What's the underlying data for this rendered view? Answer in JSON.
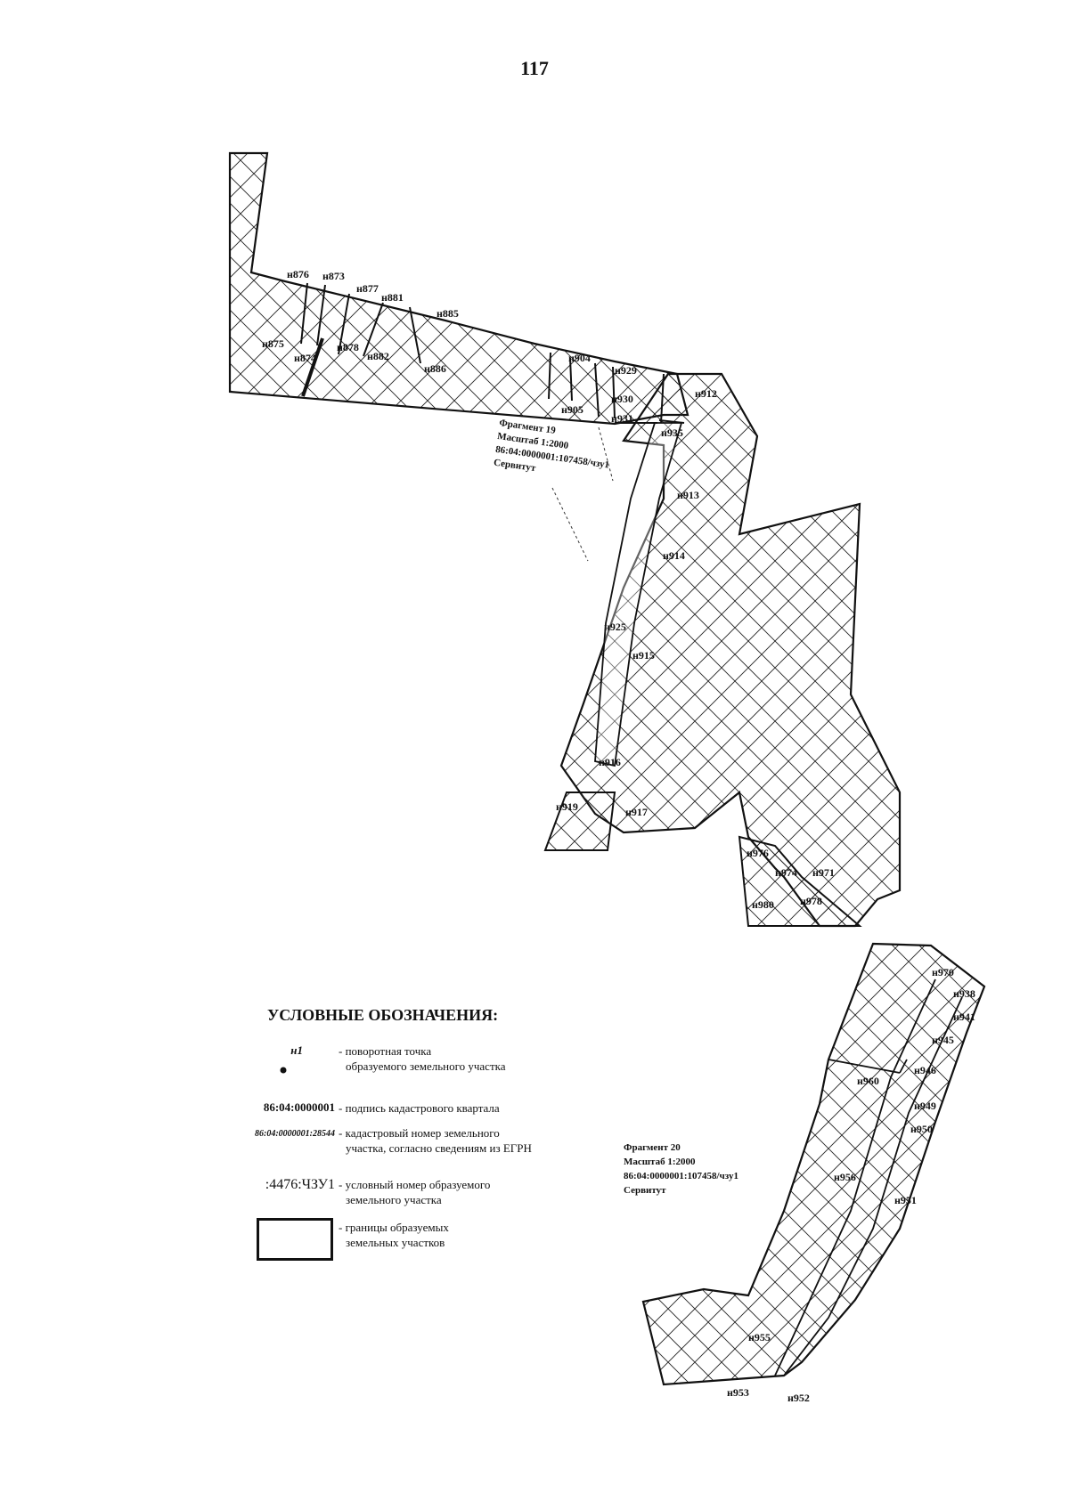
{
  "page_number": "117",
  "fragments": [
    {
      "title": "Фрагмент 19",
      "scale": "Масштаб 1:2000",
      "cadastral": "86:04:0000001:107458/чзу1",
      "type": "Сервитут"
    },
    {
      "title": "Фрагмент 20",
      "scale": "Масштаб 1:2000",
      "cadastral": "86:04:0000001:107458/чзу1",
      "type": "Сервитут"
    }
  ],
  "points": {
    "n876": "н876",
    "n873": "н873",
    "n877": "н877",
    "n881": "н881",
    "n885": "н885",
    "n875": "н875",
    "n874": "н874",
    "n878": "н878",
    "n882": "н882",
    "n886": "н886",
    "n904": "н904",
    "n929": "н929",
    "n912": "н912",
    "n905": "н905",
    "n930": "н930",
    "n931": "н931",
    "n935": "н935",
    "n913": "н913",
    "n914": "н914",
    "n925": "н925",
    "n915": "н915",
    "n916": "н916",
    "n919": "н919",
    "n917": "н917",
    "n976": "н976",
    "n974": "н974",
    "n971": "н971",
    "n980": "н980",
    "n978": "н978",
    "n970": "н970",
    "n938": "н938",
    "n941": "н941",
    "n945": "н945",
    "n946": "н946",
    "n960": "н960",
    "n949": "н949",
    "n950": "н950",
    "n956": "н956",
    "n951": "н951",
    "n955": "н955",
    "n953": "н953",
    "n952": "н952"
  },
  "legend": {
    "title": "УСЛОВНЫЕ ОБОЗНАЧЕНИЯ:",
    "items": [
      {
        "symbol": "н1",
        "text_1": "- поворотная точка",
        "text_2": "образуемого земельного участка"
      },
      {
        "symbol": "86:04:0000001",
        "text_1": "- подпись кадастрового квартала",
        "text_2": ""
      },
      {
        "symbol": "86:04:0000001:28544",
        "text_1": "- кадастровый номер земельного",
        "text_2": "участка, согласно сведениям из ЕГРН"
      },
      {
        "symbol": ":4476:ЧЗУ1",
        "text_1": "- условный номер образуемого",
        "text_2": "земельного участка"
      },
      {
        "symbol": "",
        "text_1": "- границы образуемых",
        "text_2": "земельных участков"
      }
    ]
  }
}
